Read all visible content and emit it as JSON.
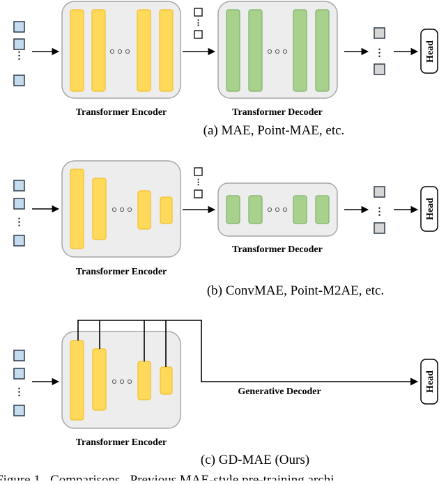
{
  "diagram": {
    "panel_a": {
      "encoder_label": "Transformer Encoder",
      "decoder_label": "Transformer Decoder",
      "head_label": "Head",
      "caption": "(a) MAE, Point-MAE, etc."
    },
    "panel_b": {
      "encoder_label": "Transformer Encoder",
      "decoder_label": "Transformer Decoder",
      "head_label": "Head",
      "caption": "(b) ConvMAE, Point-M2AE, etc."
    },
    "panel_c": {
      "encoder_label": "Transformer Encoder",
      "decoder_label": "Generative Decoder",
      "head_label": "Head",
      "caption": "(c) GD-MAE (Ours)"
    },
    "figure_caption_fragment": "Figure 1.  Comparisons.  Previous MAE-style pre-training archi",
    "colors": {
      "token_fill": "#c5dcef",
      "token_stroke": "#2f3a48",
      "masked_token_fill": "#d6d6d6",
      "encoder_bar_fill": "#ffd95a",
      "encoder_bar_stroke": "#f2bf2a",
      "decoder_bar_fill": "#a9d18e",
      "decoder_bar_stroke": "#7fb069",
      "block_fill": "#ededed",
      "block_stroke": "#a6a6a6"
    }
  }
}
